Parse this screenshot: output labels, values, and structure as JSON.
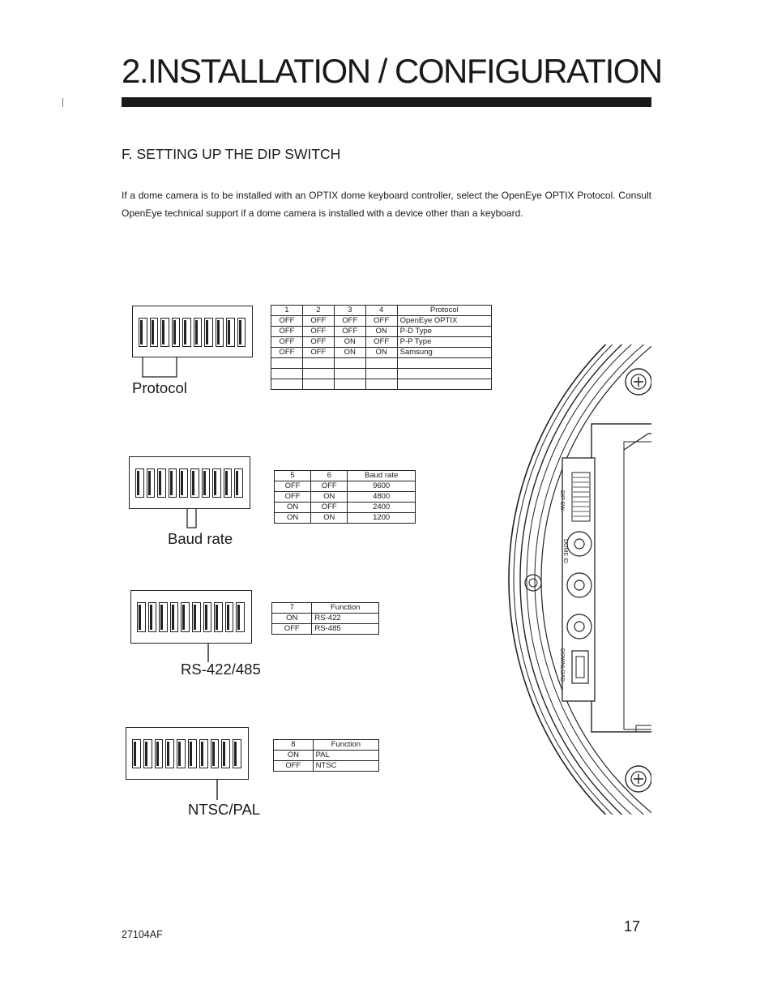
{
  "header": {
    "title": "2.INSTALLATION / CONFIGURATION"
  },
  "section": {
    "heading": "F. SETTING UP THE DIP SWITCH",
    "paragraph": "If a dome camera is to be installed with an OPTIX dome keyboard controller, select the OpenEye OPTIX Protocol. Consult OpenEye technical support if a dome camera is installed with a device other than a keyboard."
  },
  "switch_labels": {
    "protocol": "Protocol",
    "baud": "Baud rate",
    "rs": "RS-422/485",
    "ntsc": "NTSC/PAL"
  },
  "protocol_table": {
    "header": [
      "1",
      "2",
      "3",
      "4",
      "Protocol"
    ],
    "rows": [
      [
        "OFF",
        "OFF",
        "OFF",
        "OFF",
        "OpenEye OPTIX"
      ],
      [
        "OFF",
        "OFF",
        "OFF",
        "ON",
        "P-D Type"
      ],
      [
        "OFF",
        "OFF",
        "ON",
        "OFF",
        "P-P Type"
      ],
      [
        "OFF",
        "OFF",
        "ON",
        "ON",
        "Samsung"
      ],
      [
        "",
        "",
        "",
        "",
        ""
      ],
      [
        "",
        "",
        "",
        "",
        ""
      ],
      [
        "",
        "",
        "",
        "",
        ""
      ]
    ]
  },
  "baud_table": {
    "header": [
      "5",
      "6",
      "Baud rate"
    ],
    "rows": [
      [
        "OFF",
        "OFF",
        "9600"
      ],
      [
        "OFF",
        "ON",
        "4800"
      ],
      [
        "ON",
        "OFF",
        "2400"
      ],
      [
        "ON",
        "ON",
        "1200"
      ]
    ]
  },
  "rs_table": {
    "header": [
      "7",
      "Function"
    ],
    "rows": [
      [
        "ON",
        "RS-422"
      ],
      [
        "OFF",
        "RS-485"
      ]
    ]
  },
  "ntsc_table": {
    "header": [
      "8",
      "Function"
    ],
    "rows": [
      [
        "ON",
        "PAL"
      ],
      [
        "OFF",
        "NTSC"
      ]
    ]
  },
  "device": {
    "dip_label": "DIP SW",
    "dome_id_label": "DOME ID",
    "download_label": "DOWNLOAD"
  },
  "footer": {
    "page_number": "17",
    "doc_code": "27104AF"
  }
}
